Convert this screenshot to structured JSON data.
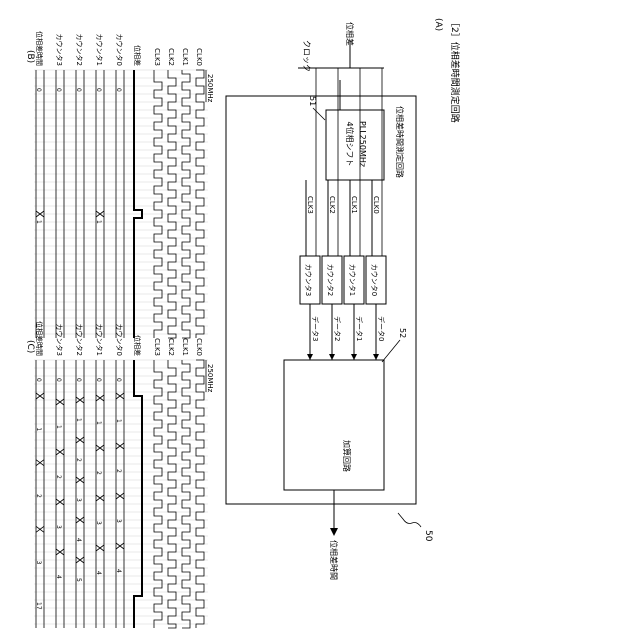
{
  "header": {
    "circuit_caption": "［2］位相差時間測定回路"
  },
  "panel_a": {
    "label": "(A)",
    "block_ref": "50",
    "inner_title": "位相差時間測定回路",
    "pll_ref": "51",
    "pll_line1": "PLL250MHz",
    "pll_line2": "4位相シフト",
    "calc_ref": "52",
    "calc_label": "加算回路",
    "input_phase": "位相差",
    "input_clock": "クロック",
    "output_label": "位相差時間",
    "clk_labels": [
      "CLK0",
      "CLK1",
      "CLK2",
      "CLK3"
    ],
    "counter_labels": [
      "カウンタ0",
      "カウンタ1",
      "カウンタ2",
      "カウンタ3"
    ],
    "data_labels": [
      "データ0",
      "データ1",
      "データ2",
      "データ3"
    ]
  },
  "panel_b": {
    "label": "(B)",
    "freq_label": "250MHz",
    "row_labels": [
      "CLK0",
      "CLK1",
      "CLK2",
      "CLK3",
      "位相差",
      "カウンタ0",
      "カウンタ1",
      "カウンタ2",
      "カウンタ3",
      "位相差時間"
    ],
    "bus_values": [
      {
        "start": "0",
        "change": ""
      },
      {
        "start": "0",
        "change": "1"
      },
      {
        "start": "0",
        "change": ""
      },
      {
        "start": "0",
        "change": ""
      },
      {
        "start": "0",
        "change": "1"
      }
    ]
  },
  "panel_c": {
    "label": "(C)",
    "freq_label": "250MHz",
    "row_labels": [
      "CLK0",
      "CLK1",
      "CLK2",
      "CLK3",
      "位相差",
      "カウンタ0",
      "カウンタ1",
      "カウンタ2",
      "カウンタ3",
      "位相差時間"
    ],
    "bus_values": [
      {
        "start": "0",
        "values": [
          "1",
          "2",
          "3",
          "4"
        ]
      },
      {
        "start": "0",
        "values": [
          "1",
          "2",
          "3",
          "4"
        ]
      },
      {
        "start": "0",
        "values": [
          "1",
          "2",
          "3",
          "4",
          "5"
        ]
      },
      {
        "start": "0",
        "values": [
          "1",
          "2",
          "3",
          "4"
        ]
      },
      {
        "start": "0",
        "values": [
          "1",
          "2",
          "3"
        ],
        "end": "17"
      }
    ]
  }
}
